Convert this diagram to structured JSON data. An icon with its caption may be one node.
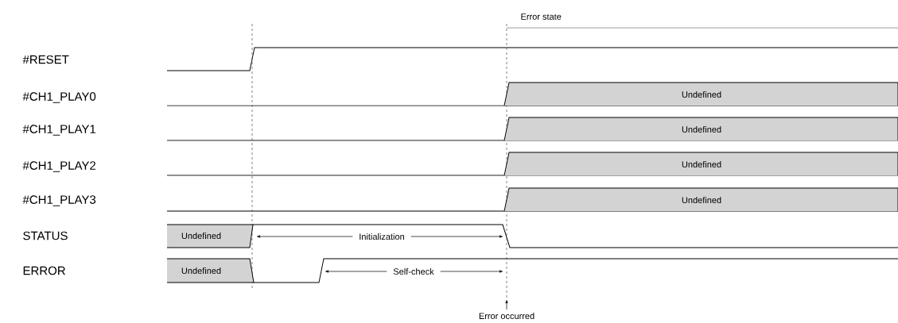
{
  "diagram": {
    "nodes": [
      {
        "text": [
          "Undefined"
        ]
      },
      {
        "text": [
          "Undefined"
        ]
      },
      {
        "text": [
          "Undefined"
        ]
      },
      {
        "text": [
          "Undefined"
        ]
      },
      {
        "text": [
          "Undefined"
        ]
      },
      {
        "text": [
          "Undefined"
        ]
      }
    ],
    "labels": [
      "Error state",
      "#RESET",
      "#CH1_PLAY0",
      "#CH1_PLAY1",
      "#CH1_PLAY2",
      "#CH1_PLAY3",
      "STATUS",
      "ERROR",
      "Initialization",
      "Self-check",
      "Error occurred"
    ]
  }
}
